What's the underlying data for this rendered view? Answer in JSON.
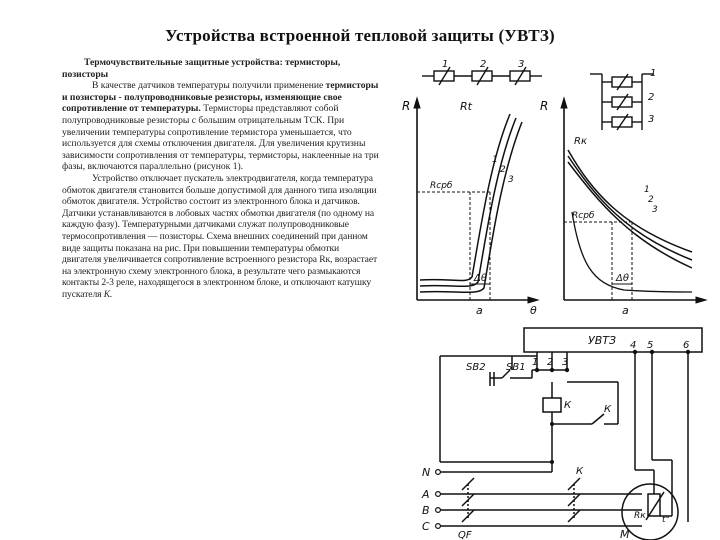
{
  "title": "Устройства встроенной тепловой защиты (УВТЗ)",
  "text": {
    "heading": "Термочувствительные защитные устройства: термисторы, позисторы",
    "p1_intro": "В качестве датчиков температуры получили применение ",
    "p1_bold": "термисторы и позисторы - полупроводниковые резисторы, изменяющие свое сопротивление от температуры.",
    "p1_rest": " Термисторы представляют собой полупроводниковые резисторы с большим отрицательным ТСК. При увеличении температуры сопротивление термистора уменьшается, что используется для схемы отключения двигателя. Для увеличения крутизны зависимости сопротивления от температуры, термисторы, наклеенные на три фазы, включаются параллельно (рисунок 1).",
    "p2": "Устройство отключает пускатель электродвигателя, когда температура обмоток двигателя становится больше допустимой для данного типа изоляции обмоток двигателя. Устройство состоит из электронного блока и датчиков. Датчики устанавливаются в лобовых частях обмотки двигателя (по одному на каждую фазу). Температурными датчиками служат полупроводниковые термосопротивления — позисторы. Схема внешних соединений при данном виде защиты показана на рис. При повышении температуры обмотки двигателя увеличивается сопротивление встроенного резистора Rк, возрастает на электронную схему электронного блока, в результате чего размыкаются контакты 2-3 реле, находящегося в электронном блоке, и отключают катушку пускателя ",
    "p2_end": "К."
  },
  "diagram": {
    "top_labels": {
      "r1": "1",
      "r2": "2",
      "r3": "3",
      "rt": "Rt",
      "r_left": "R",
      "r_right": "R",
      "rk": "Rк",
      "c1": "1",
      "c2": "2",
      "c3": "3",
      "rcp_left": "Rсрб",
      "rcp_right": "Rсрб",
      "dt_left": "Δθ",
      "dt_right": "Δθ",
      "theta": "θ",
      "a_left": "а",
      "a_right": "а"
    },
    "circuit_labels": {
      "uvtz": "УВТЗ",
      "pins_left": [
        "1",
        "2",
        "3"
      ],
      "pins_right": [
        "4",
        "5",
        "6"
      ],
      "sb2": "SB2",
      "sb1": "SB1",
      "coil_k": "К",
      "contact_k": "К",
      "main_k": "К",
      "lines": [
        "N",
        "A",
        "B",
        "C"
      ],
      "qf": "QF",
      "motor_rk": "Rк",
      "motor_t": "t°",
      "motor": "M"
    }
  }
}
